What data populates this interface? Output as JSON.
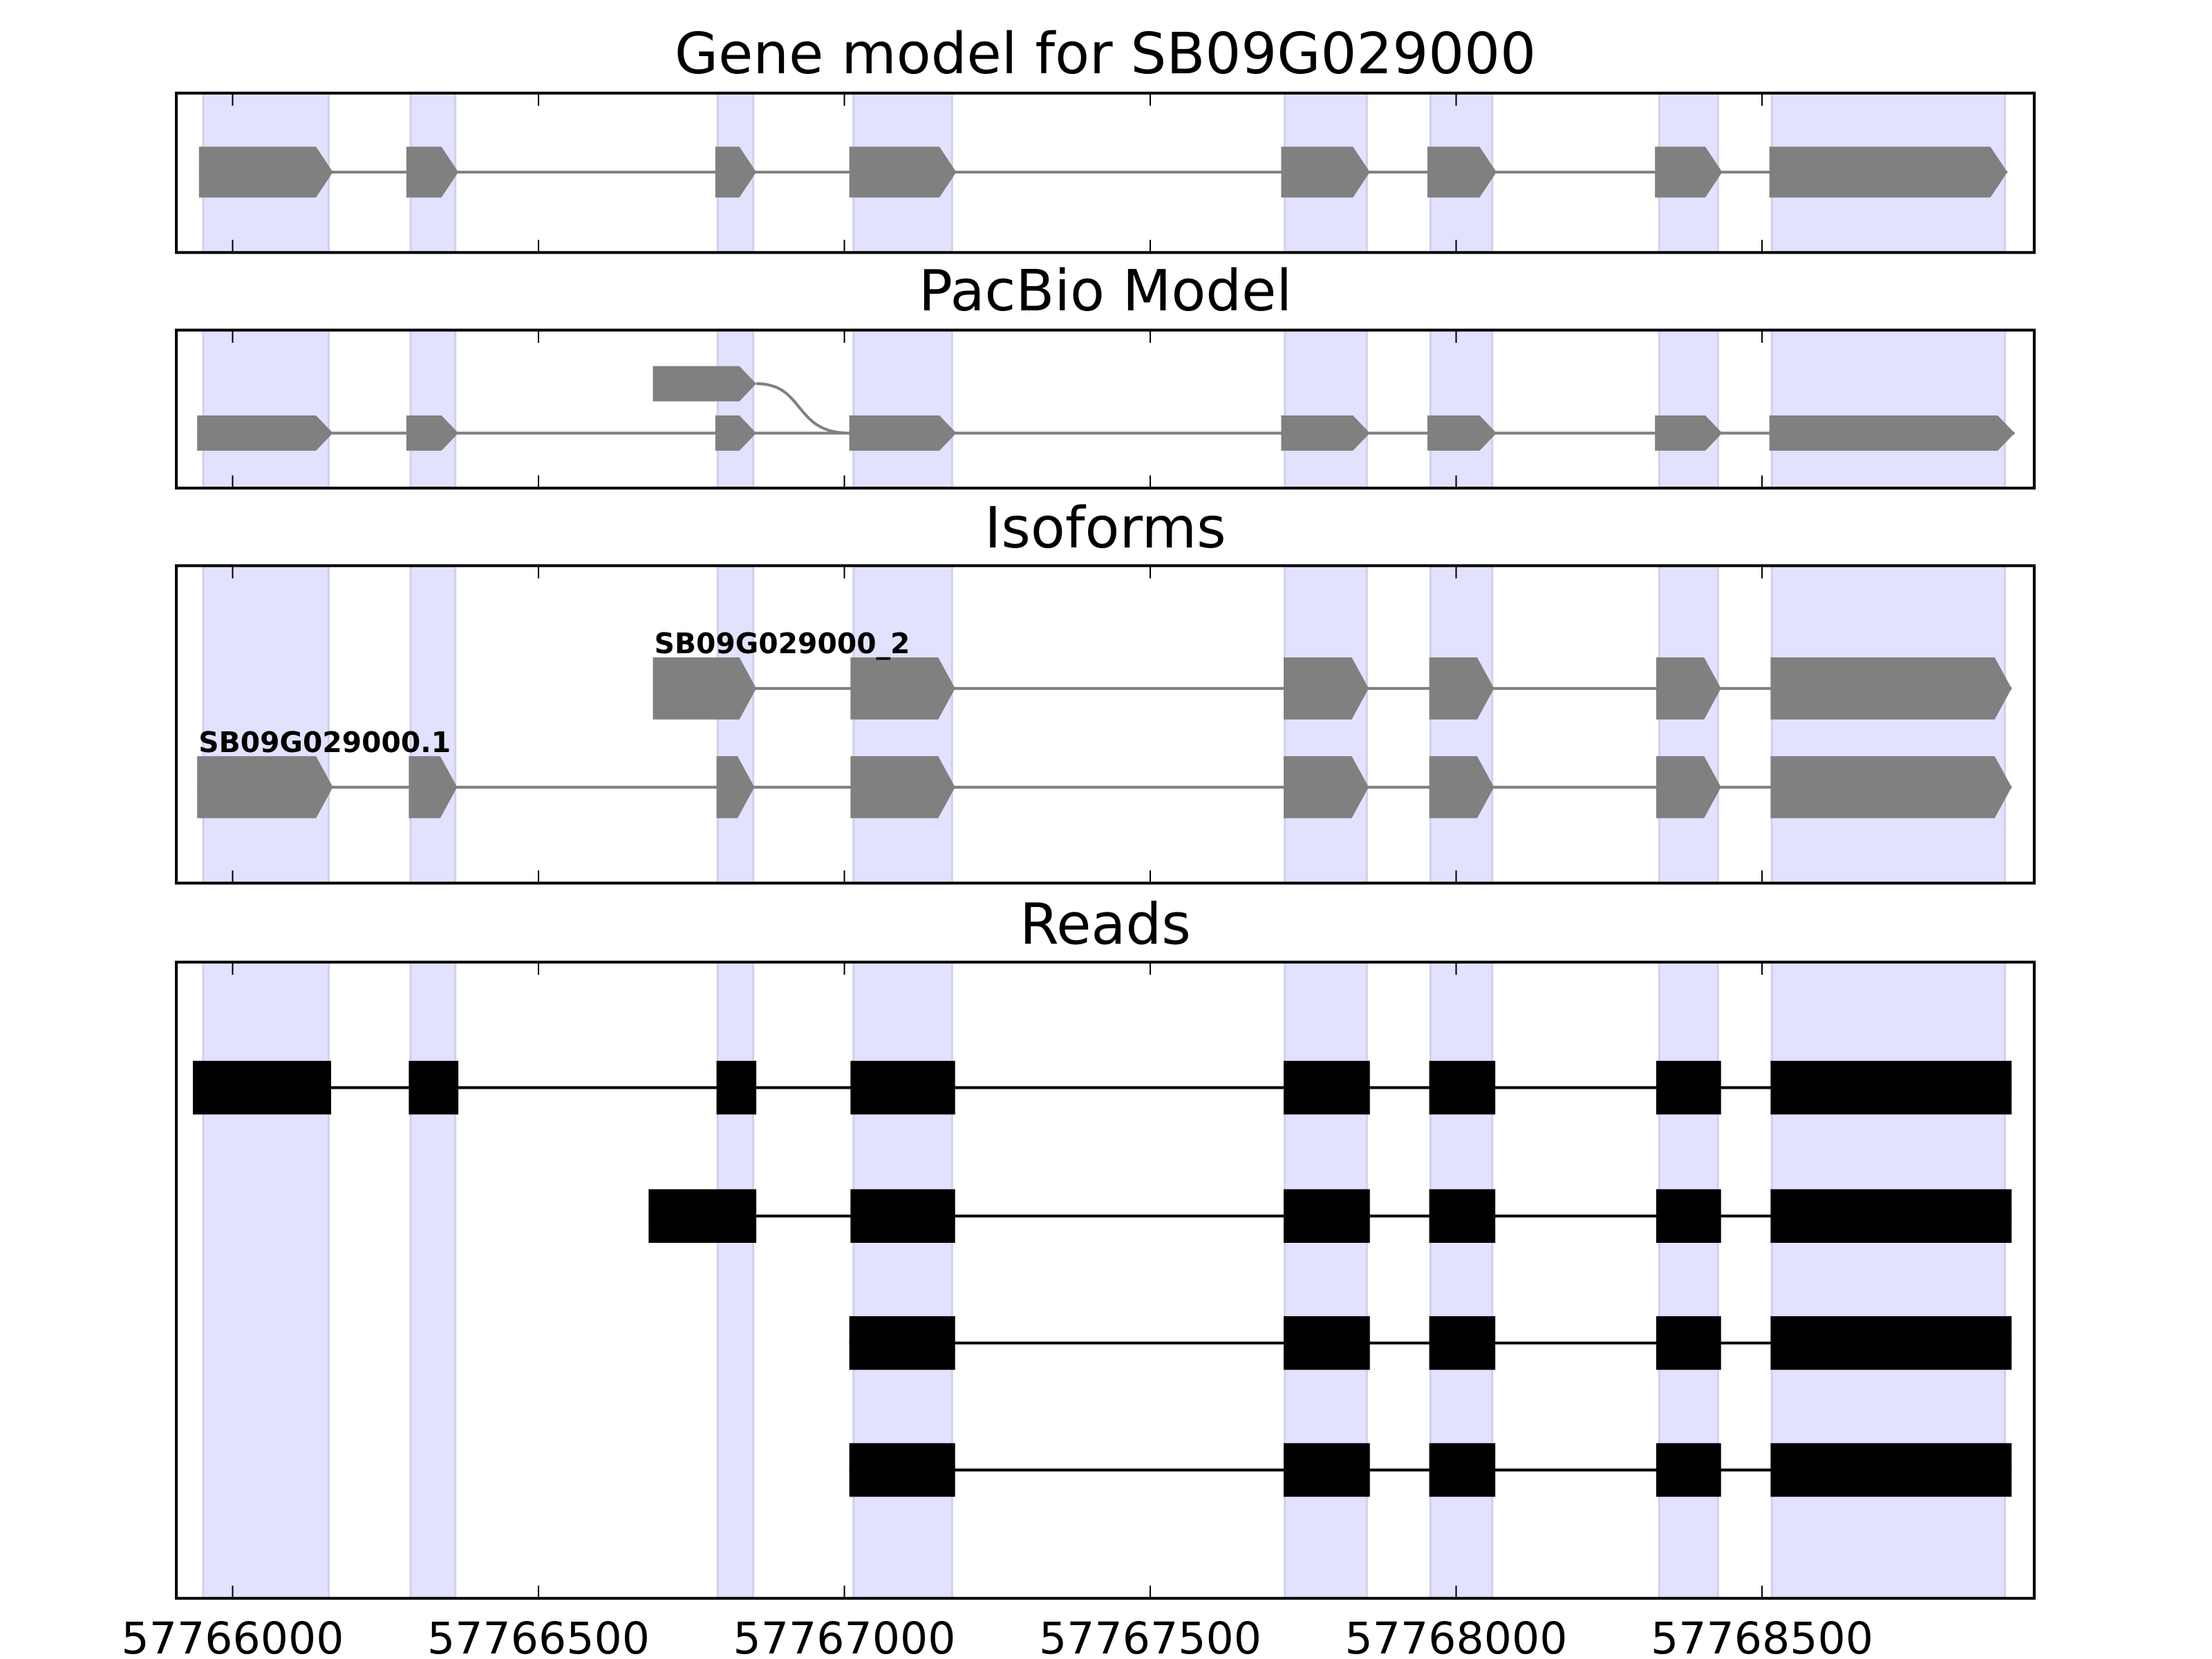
{
  "chart_data": {
    "type": "gene-track",
    "xlim": [
      57765908,
      57768945
    ],
    "xticks": [
      57766000,
      57766500,
      57767000,
      57767500,
      57768000,
      57768500
    ],
    "xtick_labels": [
      "57766000",
      "57766500",
      "57767000",
      "57767500",
      "57768000",
      "57768500"
    ],
    "colors": {
      "shade": "#e2e2ff",
      "shade_edge": "#d0d0ee",
      "feature": "#808080",
      "read": "#000000"
    },
    "shaded_exons": [
      [
        57765952,
        57766157
      ],
      [
        57766291,
        57766364
      ],
      [
        57766793,
        57766851
      ],
      [
        57767015,
        57767176
      ],
      [
        57767720,
        57767854
      ],
      [
        57767958,
        57768059
      ],
      [
        57768332,
        57768428
      ],
      [
        57768516,
        57768897
      ]
    ],
    "panels": [
      {
        "title": "Gene model for SB09G029000",
        "style": "arrow",
        "rows": [
          {
            "label": "",
            "exons": [
              [
                57765945,
                57766164
              ],
              [
                57766284,
                57766369
              ],
              [
                57766789,
                57766856
              ],
              [
                57767008,
                57767183
              ],
              [
                57767714,
                57767859
              ],
              [
                57767953,
                57768066
              ],
              [
                57768325,
                57768435
              ],
              [
                57768512,
                57768901
              ]
            ]
          }
        ]
      },
      {
        "title": "PacBio Model",
        "style": "arrow",
        "rows": [
          {
            "label": "",
            "exons": [
              [
                57765942,
                57766164
              ],
              [
                57766284,
                57766369
              ],
              [
                57766789,
                57766856
              ],
              [
                57767008,
                57767183
              ],
              [
                57767714,
                57767859
              ],
              [
                57767953,
                57768066
              ],
              [
                57768325,
                57768435
              ],
              [
                57768512,
                57768913
              ]
            ]
          }
        ],
        "alt_start": {
          "exon": [
            57766687,
            57766856
          ],
          "joins_at": 57767008
        }
      },
      {
        "title": "Isoforms",
        "style": "arrow",
        "rows": [
          {
            "label": "SB09G029000_2",
            "exons": [
              [
                57766687,
                57766856
              ],
              [
                57767010,
                57767181
              ],
              [
                57767718,
                57767857
              ],
              [
                57767956,
                57768062
              ],
              [
                57768327,
                57768433
              ],
              [
                57768514,
                57768908
              ]
            ]
          },
          {
            "label": "SB09G029000.1",
            "exons": [
              [
                57765942,
                57766164
              ],
              [
                57766288,
                57766367
              ],
              [
                57766791,
                57766853
              ],
              [
                57767010,
                57767181
              ],
              [
                57767718,
                57767857
              ],
              [
                57767956,
                57768062
              ],
              [
                57768327,
                57768433
              ],
              [
                57768514,
                57768908
              ]
            ]
          }
        ]
      },
      {
        "title": "Reads",
        "style": "block",
        "rows": [
          {
            "label": "",
            "exons": [
              [
                57765935,
                57766161
              ],
              [
                57766288,
                57766369
              ],
              [
                57766791,
                57766856
              ],
              [
                57767010,
                57767181
              ],
              [
                57767718,
                57767859
              ],
              [
                57767956,
                57768064
              ],
              [
                57768327,
                57768433
              ],
              [
                57768514,
                57768908
              ]
            ]
          },
          {
            "label": "",
            "exons": [
              [
                57766680,
                57766856
              ],
              [
                57767010,
                57767181
              ],
              [
                57767718,
                57767859
              ],
              [
                57767956,
                57768064
              ],
              [
                57768327,
                57768433
              ],
              [
                57768514,
                57768908
              ]
            ]
          },
          {
            "label": "",
            "exons": [
              [
                57767008,
                57767181
              ],
              [
                57767718,
                57767859
              ],
              [
                57767956,
                57768064
              ],
              [
                57768327,
                57768433
              ],
              [
                57768514,
                57768908
              ]
            ]
          },
          {
            "label": "",
            "exons": [
              [
                57767008,
                57767181
              ],
              [
                57767718,
                57767859
              ],
              [
                57767956,
                57768064
              ],
              [
                57768327,
                57768433
              ],
              [
                57768514,
                57768908
              ]
            ]
          }
        ]
      }
    ]
  }
}
